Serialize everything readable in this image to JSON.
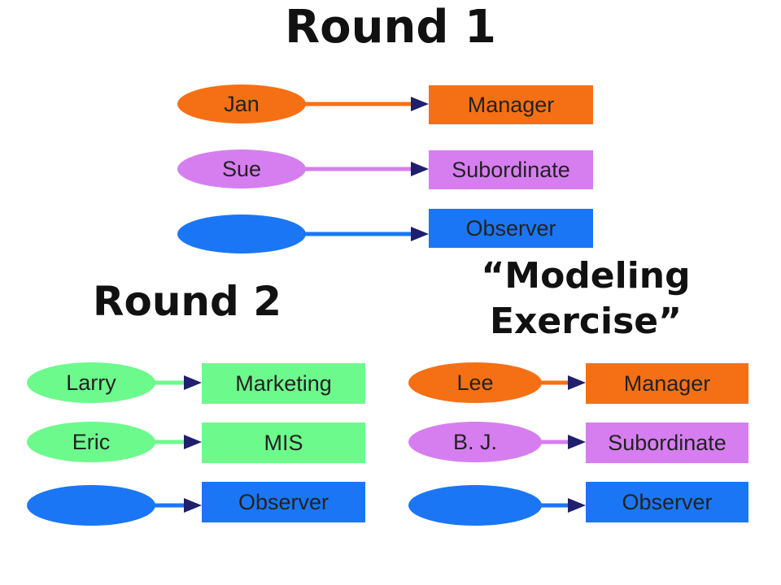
{
  "titles": {
    "round1": "Round 1",
    "round2": "Round 2",
    "modeling_line1": "“Modeling",
    "modeling_line2": "Exercise”"
  },
  "colors": {
    "orange": "#f57014",
    "purple": "#d67ef0",
    "blue": "#1a76f5",
    "green": "#6dfa8c"
  },
  "round1": {
    "rows": [
      {
        "person": "Jan",
        "role": "Manager",
        "color": "orange"
      },
      {
        "person": "Sue",
        "role": "Subordinate",
        "color": "purple"
      },
      {
        "person": "",
        "role": "Observer",
        "color": "blue"
      }
    ]
  },
  "round2": {
    "rows": [
      {
        "person": "Larry",
        "role": "Marketing",
        "color": "green"
      },
      {
        "person": "Eric",
        "role": "MIS",
        "color": "green"
      },
      {
        "person": "",
        "role": "Observer",
        "color": "blue"
      }
    ]
  },
  "modeling_exercise": {
    "rows": [
      {
        "person": "Lee",
        "role": "Manager",
        "color": "orange"
      },
      {
        "person": "B. J.",
        "role": "Subordinate",
        "color": "purple"
      },
      {
        "person": "",
        "role": "Observer",
        "color": "blue"
      }
    ]
  }
}
